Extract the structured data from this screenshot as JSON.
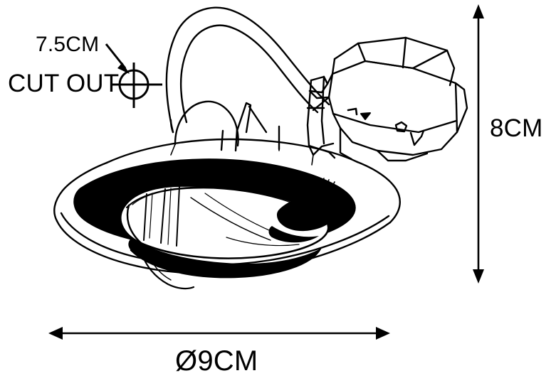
{
  "drawing": {
    "title": "Recessed downlight technical dimension drawing",
    "subject": "recessed-downlight-fixture",
    "style": "black-line-art-on-white",
    "background_color": "#ffffff",
    "line_color": "#000000"
  },
  "annotations": {
    "cutout_size": "7.5CM",
    "cutout_text": "CUT OUT",
    "height": "8CM",
    "diameter": "Ø9CM"
  },
  "dimensions": {
    "cutout_diameter_cm": 7.5,
    "fixture_height_cm": 8,
    "fixture_diameter_cm": 9,
    "units": "CM"
  },
  "markers": {
    "cutout_target_icon": "crosshair-target-icon",
    "leader_arrow_icon": "leader-arrow-icon",
    "vertical_dimension_icon": "double-headed-vertical-arrow-icon",
    "horizontal_dimension_icon": "double-headed-horizontal-arrow-icon",
    "diameter_symbol": "Ø"
  }
}
